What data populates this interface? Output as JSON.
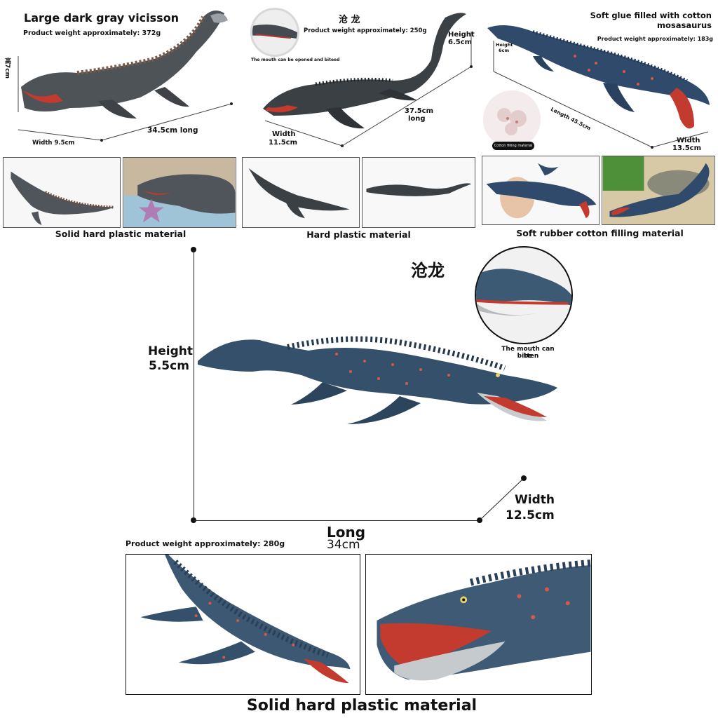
{
  "panel1": {
    "title": "Large dark gray vicisson",
    "weight": "Product weight approximately: 372g",
    "height_label": "高7cm",
    "width_label": "Width 9.5cm",
    "length_label": "34.5cm long",
    "material": "Solid hard plastic material"
  },
  "panel2": {
    "title": "沧 龙",
    "weight": "Product weight approximately: 250g",
    "mouth_note": "The mouth can be opened and biteed",
    "height_label": "Height",
    "height_value": "6.5cm",
    "length_value": "37.5cm",
    "length_label": "long",
    "width_label": "Width",
    "width_value": "11.5cm",
    "material": "Hard plastic material"
  },
  "panel3": {
    "title_line1": "Soft glue filled with cotton",
    "title_line2": "mosasaurus",
    "weight": "Product weight approximately: 183g",
    "height_label": "Height",
    "height_value": "6cm",
    "length_label": "Length 45.5cm",
    "width_label": "Width",
    "width_value": "13.5cm",
    "cotton_badge": "Cotton filling material",
    "material": "Soft rubber cotton filling material"
  },
  "main": {
    "title": "沧龙",
    "mouth_note_line1": "The mouth can be",
    "mouth_note_line2": "bitten",
    "height_label": "Height",
    "height_value": "5.5cm",
    "width_label": "Width",
    "width_value": "12.5cm",
    "long_label": "Long",
    "long_value": "34cm",
    "weight": "Product weight approximately: 280g",
    "material": "Solid hard plastic material"
  }
}
